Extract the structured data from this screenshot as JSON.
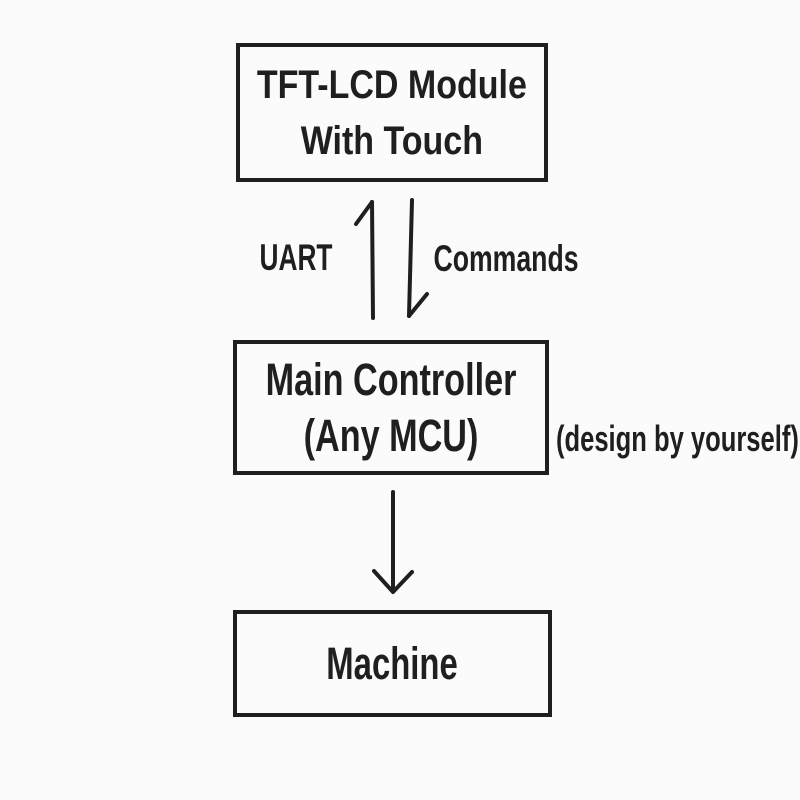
{
  "nodes": {
    "tft": {
      "line1": "TFT-LCD Module",
      "line2": "With Touch"
    },
    "controller": {
      "line1": "Main Controller",
      "line2": "(Any MCU)"
    },
    "machine": {
      "label": "Machine"
    }
  },
  "edge_labels": {
    "uart": "UART",
    "commands": "Commands"
  },
  "note": "(design by yourself)",
  "arrows": {
    "uart_arrow_direction": "up",
    "commands_arrow_direction": "down",
    "controller_to_machine_direction": "down"
  },
  "colors": {
    "ink": "#1f1f1f",
    "background": "#fbfbfb"
  }
}
